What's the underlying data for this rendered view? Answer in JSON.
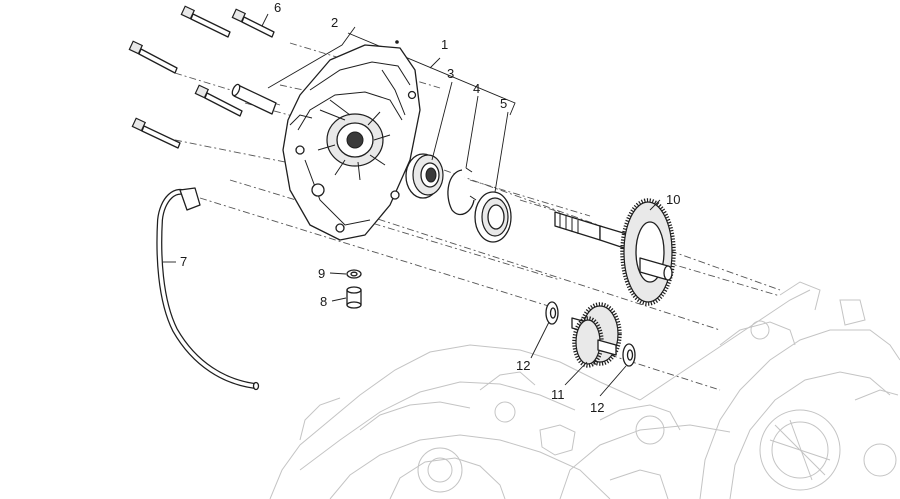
{
  "callouts": [
    {
      "id": "1",
      "label": "1"
    },
    {
      "id": "2",
      "label": "2"
    },
    {
      "id": "3",
      "label": "3"
    },
    {
      "id": "4",
      "label": "4"
    },
    {
      "id": "5",
      "label": "5"
    },
    {
      "id": "6",
      "label": "6"
    },
    {
      "id": "7",
      "label": "7"
    },
    {
      "id": "8",
      "label": "8"
    },
    {
      "id": "9",
      "label": "9"
    },
    {
      "id": "10",
      "label": "10"
    },
    {
      "id": "11",
      "label": "11"
    },
    {
      "id": "12a",
      "label": "12"
    },
    {
      "id": "12b",
      "label": "12"
    }
  ],
  "colors": {
    "ink": "#1f1f1f",
    "ghost": "#c4c4c4",
    "background": "#ffffff"
  }
}
